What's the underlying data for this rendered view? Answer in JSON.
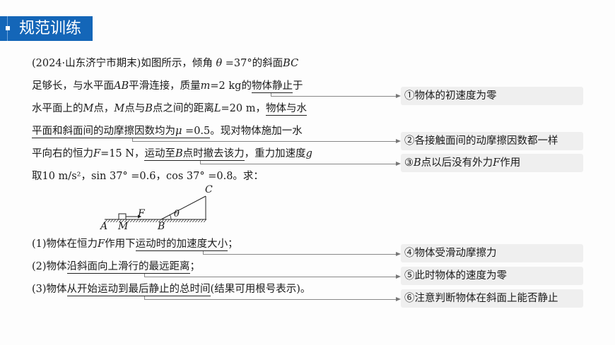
{
  "header": {
    "title": "规范训练"
  },
  "problem": {
    "lines": [
      [
        "(2024·山东济宁市期末)如图所示，倾角 ",
        "θ",
        " =37°的斜面",
        "BC"
      ],
      [
        "足够长，与水平面",
        "AB",
        "平滑连接，质量",
        "m",
        "=2 kg的",
        "物体静止",
        "于"
      ],
      [
        "水平面上的",
        "M",
        "点，",
        "M",
        "点与",
        "B",
        "点之间的距离",
        "L",
        "=20 m，",
        "物体与水"
      ],
      [
        "平面和斜面间的动摩擦因数均为",
        "μ",
        " =0.5",
        "。现对物体施加一水"
      ],
      [
        "平向右的恒力",
        "F",
        "=15 N，",
        "运动至",
        "B",
        "点时撤去该力",
        "，重力加速度",
        "g"
      ],
      [
        "取10 m/s²，sin 37° =0.6，cos 37° =0.8。求："
      ]
    ],
    "questions": [
      {
        "prefix": "(1)物体在恒力",
        "var": "F",
        "mid": "作用下",
        "underlined": "运动时的加速度大小",
        "suffix": "；"
      },
      {
        "prefix": "(2)物体",
        "underlined": "沿斜面向上滑行的最远距离",
        "suffix": "；"
      },
      {
        "prefix": "(3)物体",
        "underlined": "从开始运动到最后静止的总时间",
        "suffix": "(结果可用根号表示)。"
      }
    ]
  },
  "diagram": {
    "labels": {
      "A": "A",
      "M": "M",
      "B": "B",
      "C": "C",
      "F": "F",
      "theta": "θ"
    }
  },
  "annotations": [
    {
      "num": "①",
      "text": "物体的初速度为零"
    },
    {
      "num": "②",
      "text": "各接触面间的动摩擦因数都一样"
    },
    {
      "num": "③",
      "pre": "B",
      "text": "点以后没有外力",
      "var": "F",
      "post": "作用"
    },
    {
      "num": "④",
      "text": "物体受滑动摩擦力"
    },
    {
      "num": "⑤",
      "text": "此时物体的速度为零"
    },
    {
      "num": "⑥",
      "text": "注意判断物体在斜面上能否静止"
    }
  ]
}
